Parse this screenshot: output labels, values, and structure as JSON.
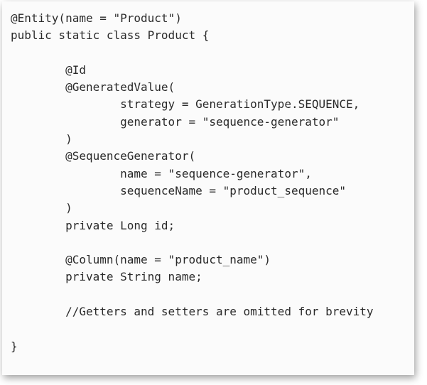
{
  "code": {
    "lines": [
      "@Entity(name = \"Product\")",
      "public static class Product {",
      "",
      "        @Id",
      "        @GeneratedValue(",
      "                strategy = GenerationType.SEQUENCE,",
      "                generator = \"sequence-generator\"",
      "        )",
      "        @SequenceGenerator(",
      "                name = \"sequence-generator\",",
      "                sequenceName = \"product_sequence\"",
      "        )",
      "        private Long id;",
      "",
      "        @Column(name = \"product_name\")",
      "        private String name;",
      "",
      "        //Getters and setters are omitted for brevity",
      "",
      "}"
    ]
  }
}
